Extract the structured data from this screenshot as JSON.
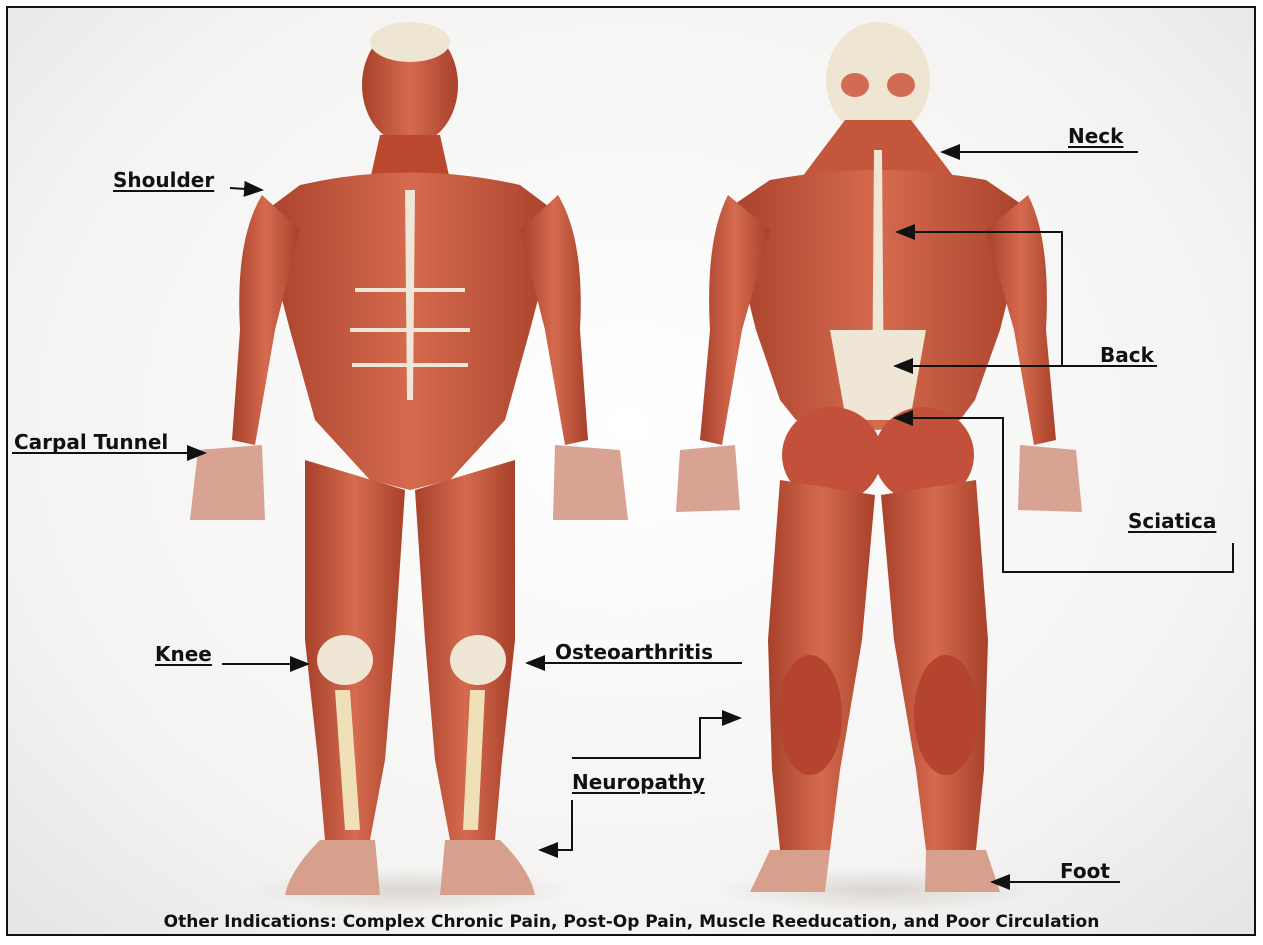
{
  "labels": {
    "shoulder": "Shoulder",
    "carpal_tunnel": "Carpal Tunnel",
    "knee": "Knee",
    "osteoarthritis": "Osteoarthritis",
    "neuropathy": "Neuropathy",
    "neck": "Neck",
    "back": "Back",
    "sciatica": "Sciatica",
    "foot": "Foot"
  },
  "footer": "Other Indications: Complex Chronic Pain, Post-Op Pain, Muscle Reeducation, and Poor Circulation",
  "colors": {
    "muscle": "#c8553d",
    "muscle_dark": "#9e3523",
    "tendon": "#efe6d6",
    "arrow": "#111111"
  }
}
